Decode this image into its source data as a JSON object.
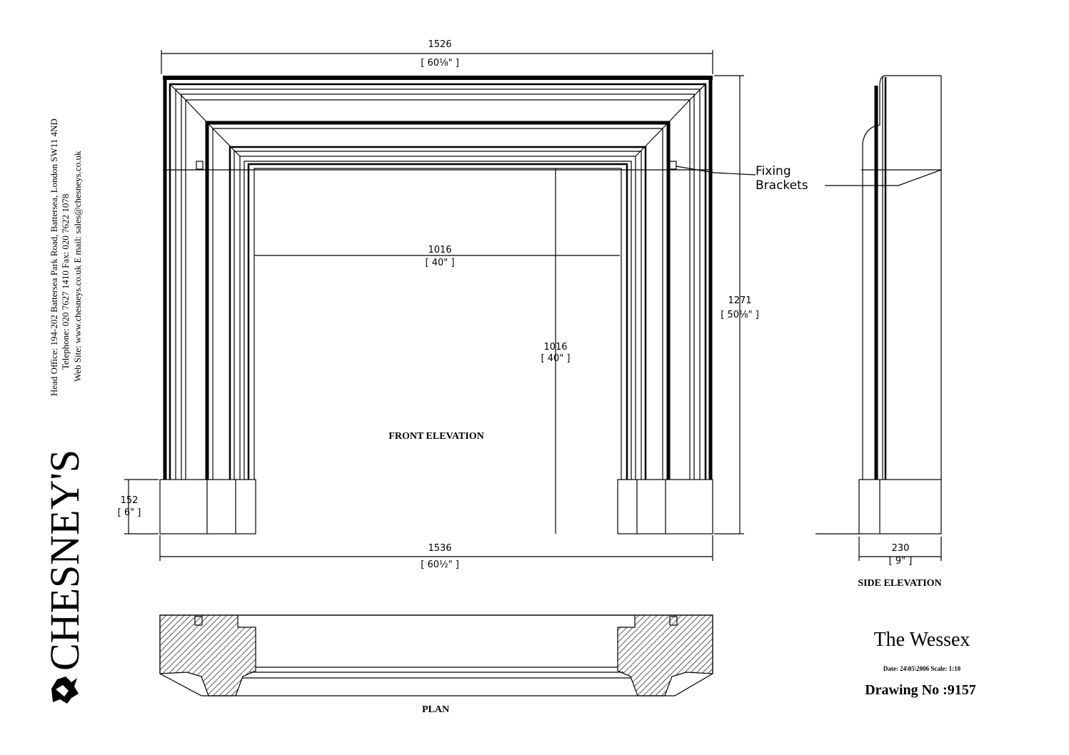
{
  "company": {
    "name": "CHESNEY'S",
    "address_line1": "Head Office: 194-202 Battersea Park Road, Battersea, London SW11 4ND",
    "address_line2": "Telephone: 020 7627 1410 Fax: 020 7622 1078",
    "address_line3": "Web Site: www.chesneys.co.uk   E mail: sales@chesneys.co.uk"
  },
  "dimensions": {
    "top_width_mm": "1526",
    "top_width_in": "[ 60⅛\" ]",
    "opening_width_mm": "1016",
    "opening_width_in": "[ 40\" ]",
    "opening_height_mm": "1016",
    "opening_height_in": "[ 40\" ]",
    "overall_height_mm": "1271",
    "overall_height_in": "[ 50⅛\" ]",
    "plinth_height_mm": "152",
    "plinth_height_in": "[ 6\" ]",
    "bottom_width_mm": "1536",
    "bottom_width_in": "[ 60½\" ]",
    "depth_mm": "230",
    "depth_in": "[ 9\" ]"
  },
  "annotations": {
    "fixing_line1": "Fixing",
    "fixing_line2": "Brackets"
  },
  "views": {
    "front": "FRONT ELEVATION",
    "side": "SIDE ELEVATION",
    "plan": "PLAN"
  },
  "title_block": {
    "title": "The Wessex",
    "date_scale": "Date: 24\\05\\2006 Scale: 1:10",
    "drawing_no": "Drawing No :9157"
  }
}
